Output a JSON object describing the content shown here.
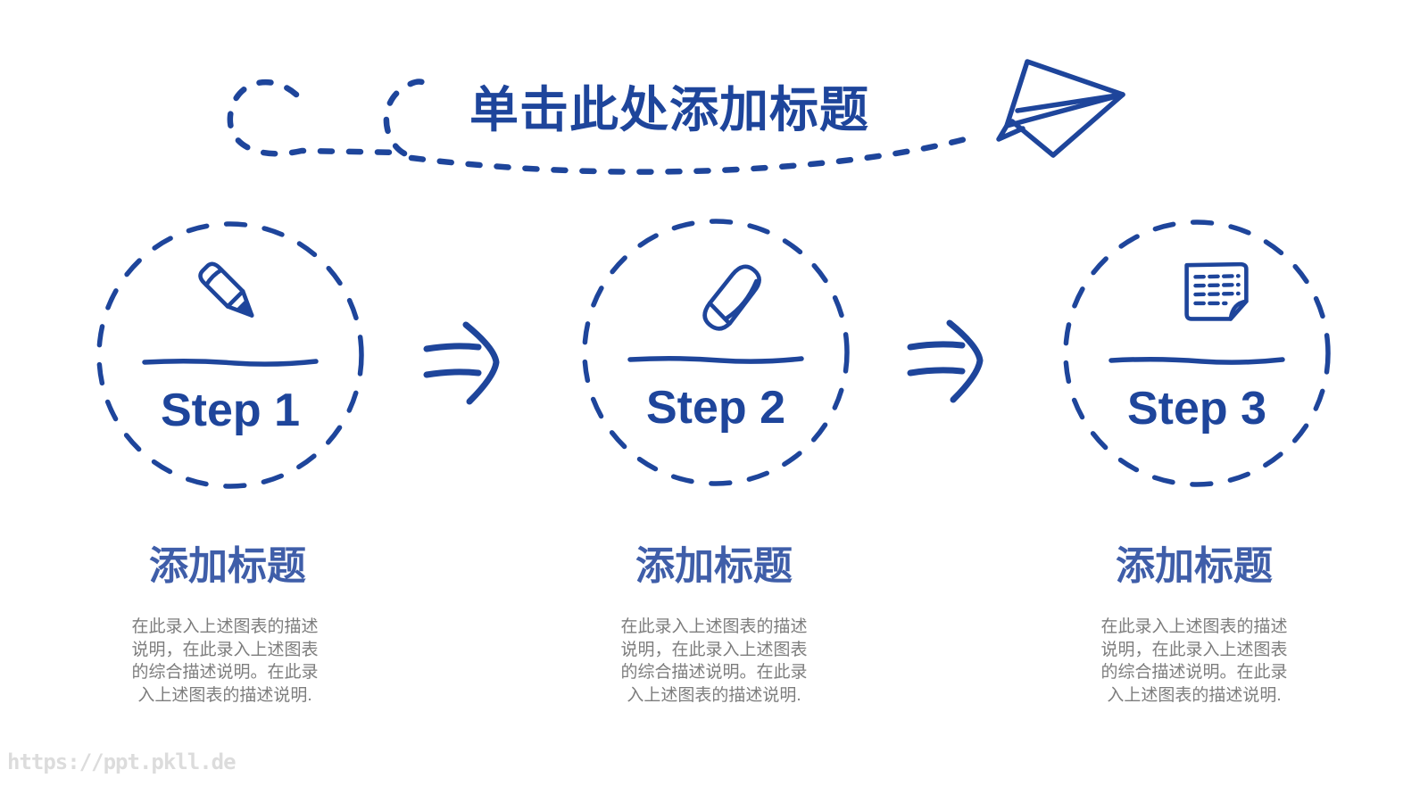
{
  "slide": {
    "title": "单击此处添加标题",
    "watermark": "https://ppt.pkll.de"
  },
  "colors": {
    "accent_blue": "#1e459b",
    "heading_blue": "#3f5ea9",
    "body_gray": "#7d7d7d",
    "watermark_gray": "#dcdcdc",
    "background": "#ffffff"
  },
  "decorations": {
    "title_doodle": "dashed-scribble-underline",
    "plane": "paper-plane-icon",
    "arrows": "hand-drawn-double-line-arrow"
  },
  "steps": [
    {
      "label": "Step 1",
      "icon": "pencil-icon",
      "heading": "添加标题",
      "description": "在此录入上述图表的描述\n说明，在此录入上述图表\n的综合描述说明。在此录\n入上述图表的描述说明."
    },
    {
      "label": "Step 2",
      "icon": "eraser-icon",
      "heading": "添加标题",
      "description": "在此录入上述图表的描述\n说明，在此录入上述图表\n的综合描述说明。在此录\n入上述图表的描述说明."
    },
    {
      "label": "Step 3",
      "icon": "sticky-note-icon",
      "heading": "添加标题",
      "description": "在此录入上述图表的描述\n说明，在此录入上述图表\n的综合描述说明。在此录\n入上述图表的描述说明."
    }
  ]
}
